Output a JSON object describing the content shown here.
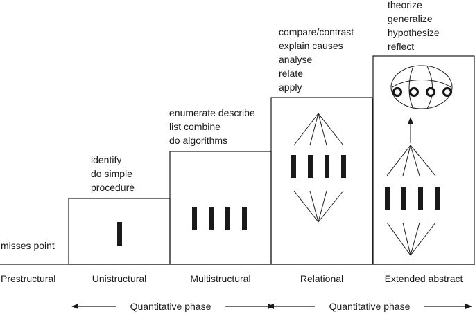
{
  "levels": [
    {
      "name": "Prestructural",
      "verbs": [
        "misses point"
      ]
    },
    {
      "name": "Unistructural",
      "verbs": [
        "identify",
        "do simple",
        "procedure"
      ]
    },
    {
      "name": "Multistructural",
      "verbs": [
        "enumerate describe",
        "list combine",
        "do algorithms"
      ]
    },
    {
      "name": "Relational",
      "verbs": [
        "compare/contrast",
        "explain causes",
        "analyse",
        "relate",
        "apply"
      ]
    },
    {
      "name": "Extended abstract",
      "verbs": [
        "theorize",
        "generalize",
        "hypothesize",
        "reflect"
      ]
    }
  ],
  "phases": [
    {
      "label": "Quantitative phase"
    },
    {
      "label": "Quantitative phase"
    }
  ],
  "colors": {
    "ink": "#1a1a1a",
    "background": "#ffffff"
  }
}
